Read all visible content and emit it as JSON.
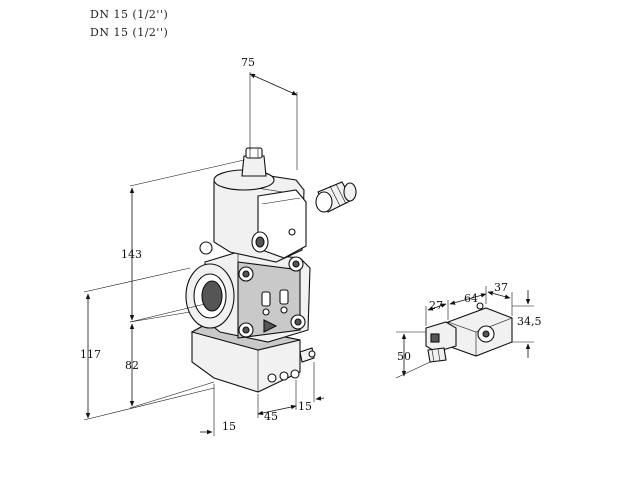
{
  "header": {
    "line1": "DN 15 (1/2'')",
    "line2": "DN 15 (1/2'')"
  },
  "dimensions": {
    "d75": "75",
    "d143": "143",
    "d117": "117",
    "d82": "82",
    "d15_bottom": "15",
    "d45": "45",
    "d15_right": "15",
    "d27": "27",
    "d64": "64",
    "d37": "37",
    "d34_5": "34,5",
    "d50": "50"
  }
}
